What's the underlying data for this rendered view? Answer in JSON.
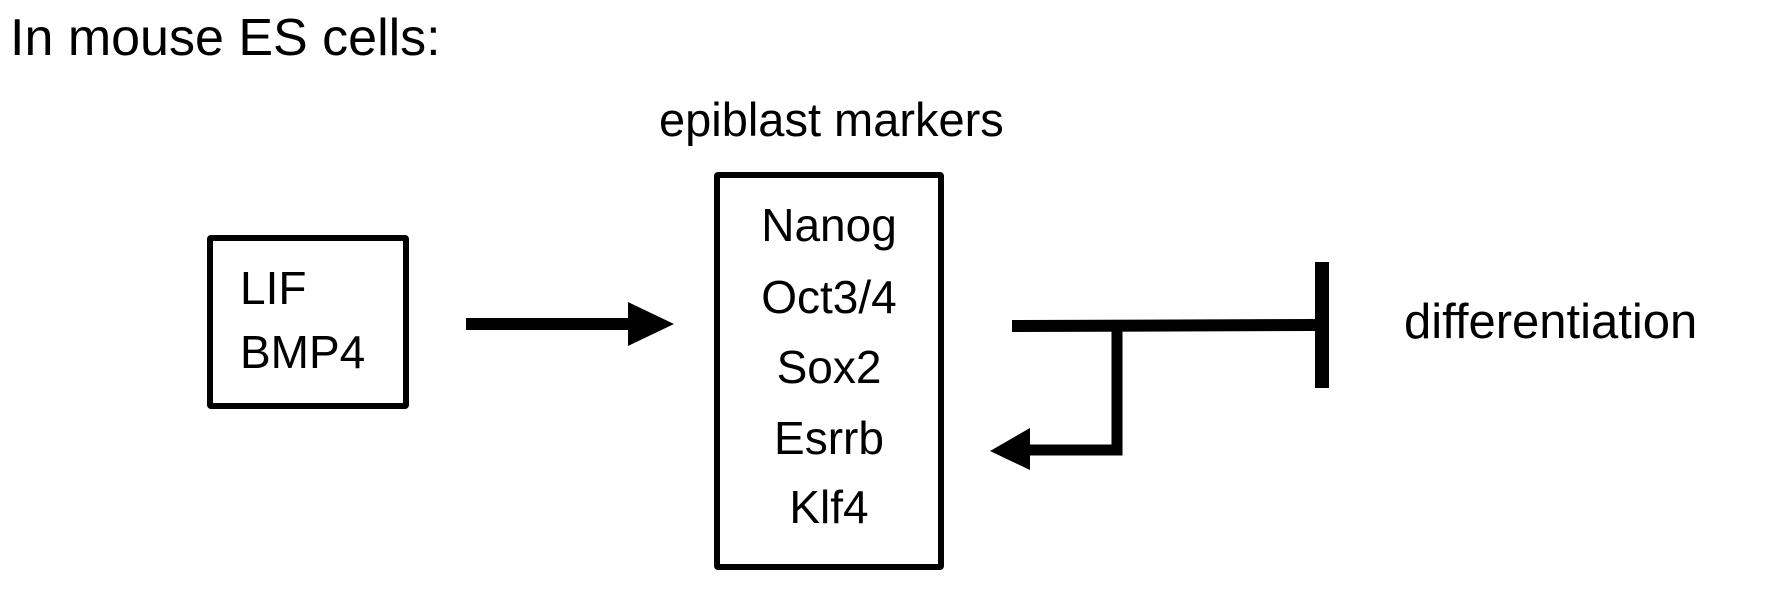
{
  "title": "In mouse ES cells:",
  "signals": [
    "LIF",
    "BMP4"
  ],
  "markers_label": "epiblast markers",
  "markers": [
    "Nanog",
    "Oct3/4",
    "Sox2",
    "Esrrb",
    "Klf4"
  ],
  "outcome": "differentiation",
  "relations": [
    {
      "from": "signals",
      "to": "markers",
      "type": "activation"
    },
    {
      "from": "markers",
      "to": "differentiation",
      "type": "inhibition"
    },
    {
      "from": "markers",
      "to": "markers",
      "type": "positive feedback"
    }
  ]
}
